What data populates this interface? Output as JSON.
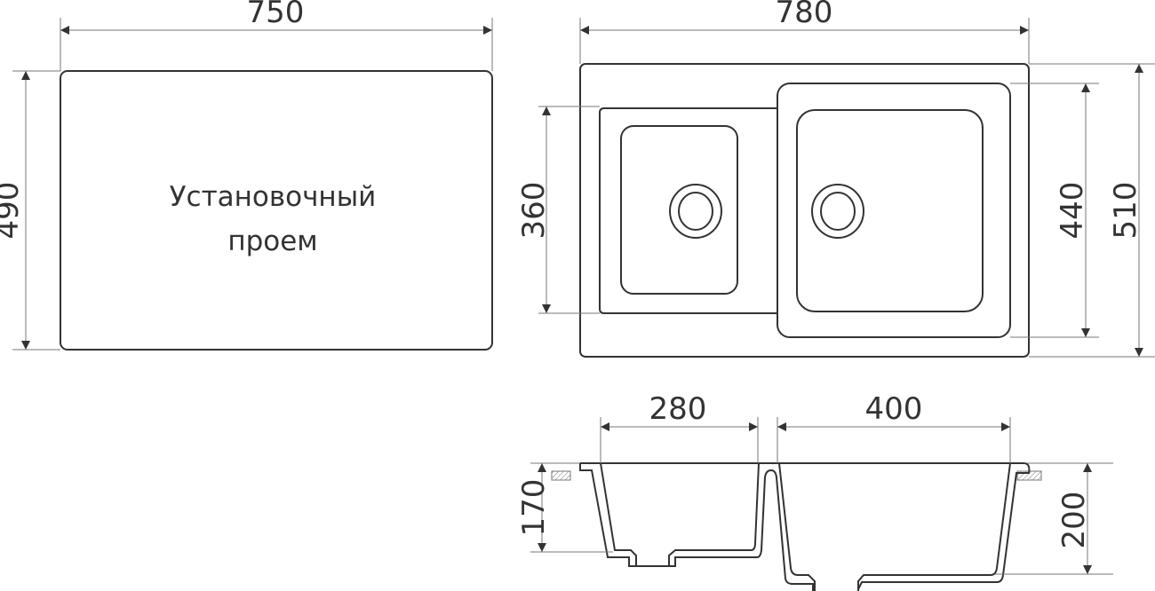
{
  "cutout": {
    "label_line1": "Установочный",
    "label_line2": "проем",
    "width": "750",
    "height": "490"
  },
  "top_view": {
    "overall_width": "780",
    "overall_height": "510",
    "small_bowl_height": "360",
    "large_bowl_height": "440"
  },
  "section_view": {
    "small_bowl_width": "280",
    "large_bowl_width": "400",
    "small_bowl_depth": "170",
    "large_bowl_depth": "200"
  },
  "colors": {
    "line": "#333333",
    "dim_line": "#777777",
    "background": "#ffffff"
  }
}
